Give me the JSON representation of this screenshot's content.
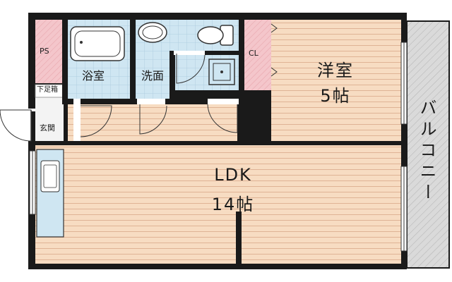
{
  "rooms": {
    "ps": "PS",
    "bath": "浴室",
    "wash": "洗面",
    "closet": "CL",
    "western_name": "洋室",
    "western_size": "5帖",
    "ldk_name": "LDK",
    "ldk_size": "14帖",
    "shoe_box": "下足箱",
    "entrance": "玄関",
    "balcony": "バルコニー"
  },
  "colors": {
    "wall": "#1a1a1a",
    "floor_wood": "#f7dcc2",
    "floor_grain": "#d9a98a",
    "tile_blue": "#cfe6f2",
    "tile_grid": "#a9c9dc",
    "hatch_pink": "#f4c6cb",
    "balcony_gray": "#dadada"
  }
}
